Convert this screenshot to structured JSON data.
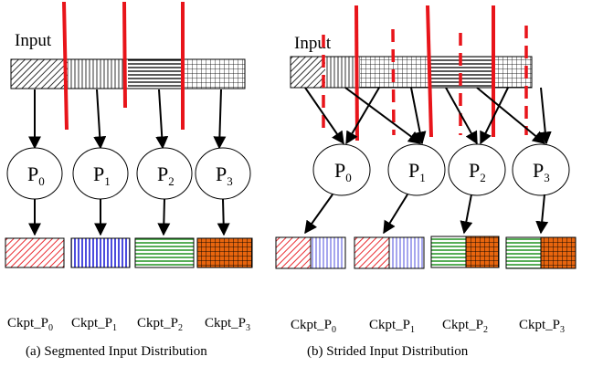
{
  "panel_a": {
    "input_label": "Input",
    "processors": [
      {
        "base": "P",
        "sub": "0"
      },
      {
        "base": "P",
        "sub": "1"
      },
      {
        "base": "P",
        "sub": "2"
      },
      {
        "base": "P",
        "sub": "3"
      }
    ],
    "checkpoints": [
      {
        "base": "Ckpt_P",
        "sub": "0"
      },
      {
        "base": "Ckpt_P",
        "sub": "1"
      },
      {
        "base": "Ckpt_P",
        "sub": "2"
      },
      {
        "base": "Ckpt_P",
        "sub": "3"
      }
    ],
    "caption": "(a) Segmented Input Distribution"
  },
  "panel_b": {
    "input_label": "Input",
    "processors": [
      {
        "base": "P",
        "sub": "0"
      },
      {
        "base": "P",
        "sub": "1"
      },
      {
        "base": "P",
        "sub": "2"
      },
      {
        "base": "P",
        "sub": "3"
      }
    ],
    "checkpoints": [
      {
        "base": "Ckpt_P",
        "sub": "0"
      },
      {
        "base": "Ckpt_P",
        "sub": "1"
      },
      {
        "base": "Ckpt_P",
        "sub": "2"
      },
      {
        "base": "Ckpt_P",
        "sub": "3"
      }
    ],
    "caption": "(b) Strided Input Distribution"
  },
  "colors": {
    "partition_line": "#e8141a",
    "p0_fill": "#e8141a",
    "p1_fill": "#1f1fd6",
    "p2_fill": "#2e9a2e",
    "p3_fill": "#e8650e",
    "ink": "#000000"
  }
}
